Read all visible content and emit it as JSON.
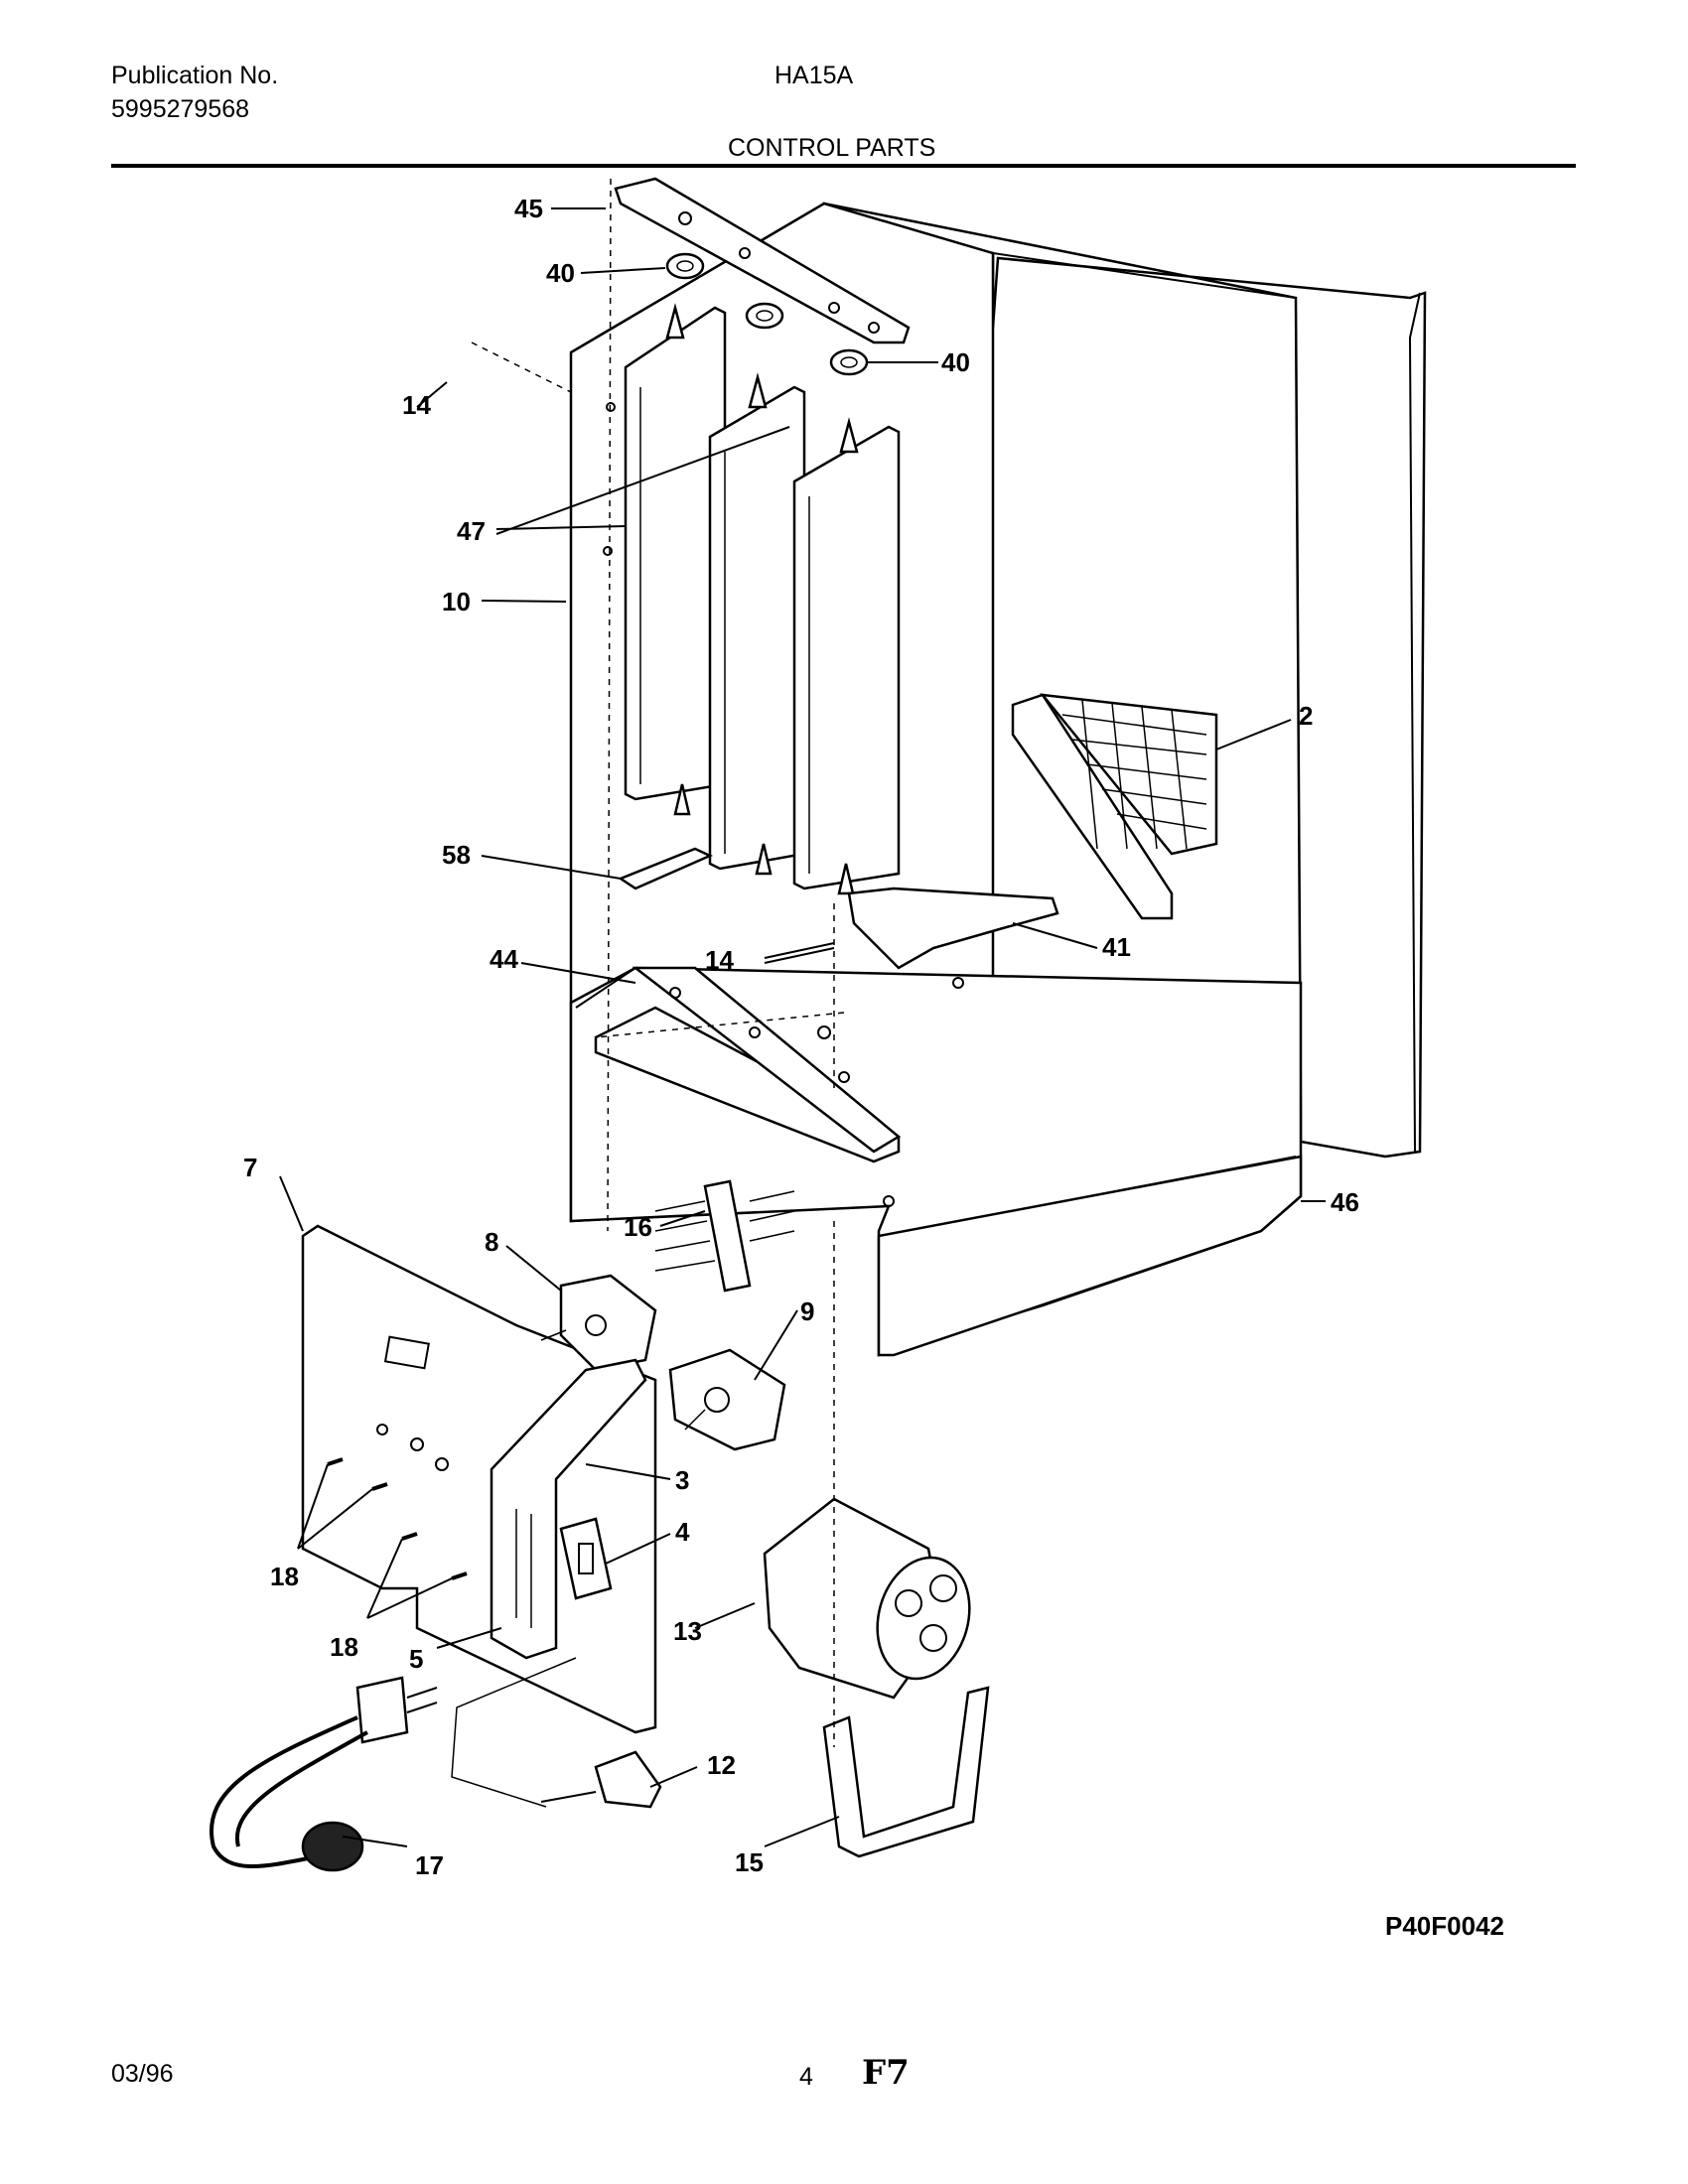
{
  "header": {
    "publication_label": "Publication No.",
    "publication_number": "5995279568",
    "model": "HA15A",
    "section_title": "CONTROL PARTS"
  },
  "diagram": {
    "code": "P40F0042",
    "callouts": {
      "c45": "45",
      "c40a": "40",
      "c40b": "40",
      "c14a": "14",
      "c47": "47",
      "c10": "10",
      "c2": "2",
      "c58": "58",
      "c14b": "14",
      "c41": "41",
      "c44": "44",
      "c7": "7",
      "c16": "16",
      "c46": "46",
      "c8": "8",
      "c9": "9",
      "c3": "3",
      "c4": "4",
      "c18a": "18",
      "c18b": "18",
      "c5": "5",
      "c13": "13",
      "c12": "12",
      "c17": "17",
      "c15": "15"
    }
  },
  "footer": {
    "date": "03/96",
    "page": "4",
    "mark": "F7"
  }
}
